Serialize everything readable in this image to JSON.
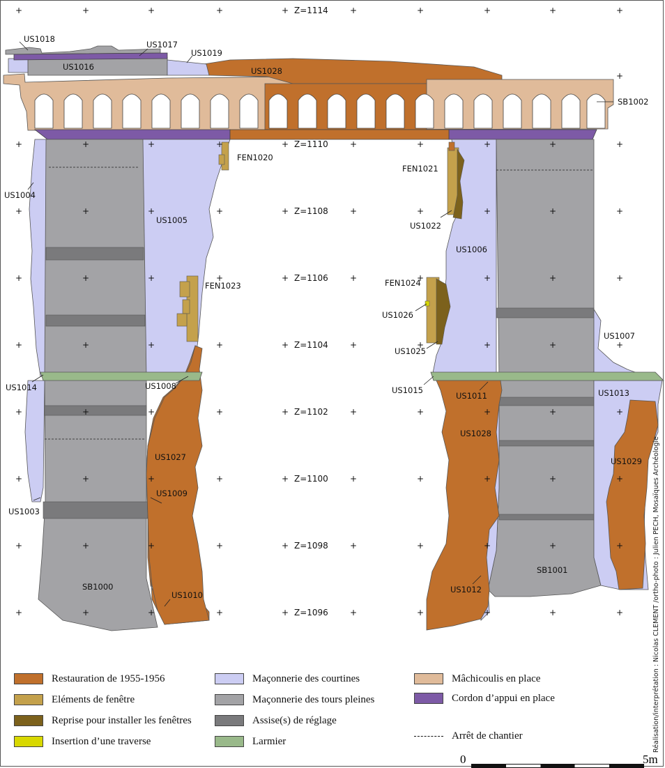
{
  "colors": {
    "restauration": "#c0702c",
    "fenetre": "#c4a14c",
    "reprise": "#7c611c",
    "traverse": "#d8d800",
    "courtines": "#cccdf3",
    "tours": "#a3a3a6",
    "reglage": "#7a7a7c",
    "larmier": "#99b98a",
    "machicoulis": "#e0bb9a",
    "cordon": "#7d5aa6"
  },
  "grid": {
    "z_labels": [
      "Z=1114",
      "Z=1110",
      "Z=1108",
      "Z=1106",
      "Z=1104",
      "Z=1102",
      "Z=1100",
      "Z=1098",
      "Z=1096"
    ]
  },
  "units": {
    "us1018": "US1018",
    "us1017": "US1017",
    "us1016": "US1016",
    "us1019": "US1019",
    "us1028_top": "US1028",
    "sb1002": "SB1002",
    "fen1020": "FEN1020",
    "fen1021": "FEN1021",
    "us1004": "US1004",
    "us1005": "US1005",
    "us1022": "US1022",
    "us1006": "US1006",
    "fen1023": "FEN1023",
    "fen1024": "FEN1024",
    "us1026": "US1026",
    "us1025": "US1025",
    "us1007": "US1007",
    "us1014": "US1014",
    "us1008": "US1008",
    "us1015": "US1015",
    "us1011": "US1011",
    "us1013": "US1013",
    "us1028": "US1028",
    "us1027": "US1027",
    "us1029": "US1029",
    "us1009": "US1009",
    "us1003": "US1003",
    "sb1001": "SB1001",
    "sb1000": "SB1000",
    "us1012": "US1012",
    "us1010": "US1010"
  },
  "legend": {
    "restauration": "Restauration de 1955-1956",
    "fenetre": "Eléments de fenêtre",
    "reprise": "Reprise pour installer les fenêtres",
    "traverse": "Insertion d’une traverse",
    "courtines": "Maçonnerie des courtines",
    "tours": "Maçonnerie des tours pleines",
    "reglage": "Assise(s) de réglage",
    "larmier": "Larmier",
    "machicoulis": "Mâchicoulis en place",
    "cordon": "Cordon d’appui en place",
    "arret": "Arrêt de chantier"
  },
  "credit": "Réalisation/interprétation : Nicolas CLEMENT /ortho-photo : Julien PECH, Mosaïques Archéologie",
  "scale": {
    "start": "0",
    "end": "5m"
  }
}
